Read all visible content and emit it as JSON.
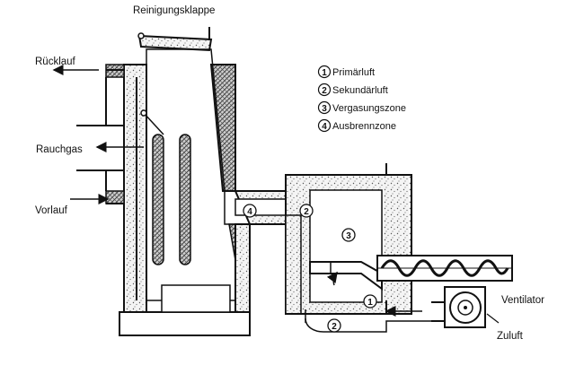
{
  "diagram": {
    "labels": {
      "reinigungsklappe": "Reinigungsklappe",
      "ruecklauf": "Rücklauf",
      "rauchgas": "Rauchgas",
      "vorlauf": "Vorlauf",
      "ventilator": "Ventilator",
      "zuluft": "Zuluft"
    },
    "legend": [
      {
        "num": "1",
        "text": "Primärluft"
      },
      {
        "num": "2",
        "text": "Sekundärluft"
      },
      {
        "num": "3",
        "text": "Vergasungszone"
      },
      {
        "num": "4",
        "text": "Ausbrennzone"
      }
    ],
    "markers": {
      "m1": "1",
      "m2": "2",
      "m3": "3",
      "m4": "4",
      "m2b": "2"
    }
  }
}
